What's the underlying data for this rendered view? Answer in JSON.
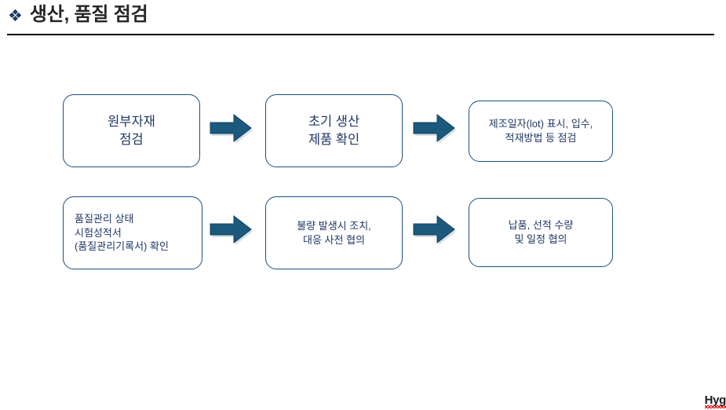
{
  "slide": {
    "title": "생산, 품질 점검",
    "bullet_glyph": "❖",
    "bullet_icon": "diamond-bullet-icon",
    "rule_color": "#000000",
    "background": "#ffffff"
  },
  "theme": {
    "title_color": "#262626",
    "node_border_color": "#1f4e79",
    "node_text_color": "#1f3864",
    "node_fill": "#ffffff",
    "arrow_fill": "#1b5a7d",
    "arrow_outline": "#12405a"
  },
  "flow": {
    "rows": [
      {
        "row_label": "row-1",
        "nodes": [
          {
            "id": "node-1",
            "text": "원부자재\n점검",
            "align": "center",
            "size": "lg"
          },
          {
            "id": "node-2",
            "text": "초기 생산\n제품 확인",
            "align": "center",
            "size": "lg"
          },
          {
            "id": "node-3",
            "text": "제조일자(lot) 표시, 입수,\n적재방법 등 점검",
            "align": "center",
            "size": "sm"
          }
        ],
        "arrows": [
          {
            "id": "arrow-1",
            "icon": "right-block-arrow-icon"
          },
          {
            "id": "arrow-2",
            "icon": "right-block-arrow-icon"
          }
        ]
      },
      {
        "row_label": "row-2",
        "nodes": [
          {
            "id": "node-4",
            "text": "품질관리 상태\n시험성적서\n(품질관리기록서) 확인",
            "align": "left",
            "size": "sm"
          },
          {
            "id": "node-5",
            "text": "불량 발생시 조치,\n대응 사전 협의",
            "align": "center",
            "size": "sm"
          },
          {
            "id": "node-6",
            "text": "납품, 선적 수량\n및 일정 협의",
            "align": "center",
            "size": "sm"
          }
        ],
        "arrows": [
          {
            "id": "arrow-3",
            "icon": "right-block-arrow-icon"
          },
          {
            "id": "arrow-4",
            "icon": "right-block-arrow-icon"
          }
        ]
      }
    ]
  },
  "footer": {
    "mark_text": "Hyg",
    "spellcheck_underline": true,
    "underline_color": "#e00000"
  }
}
